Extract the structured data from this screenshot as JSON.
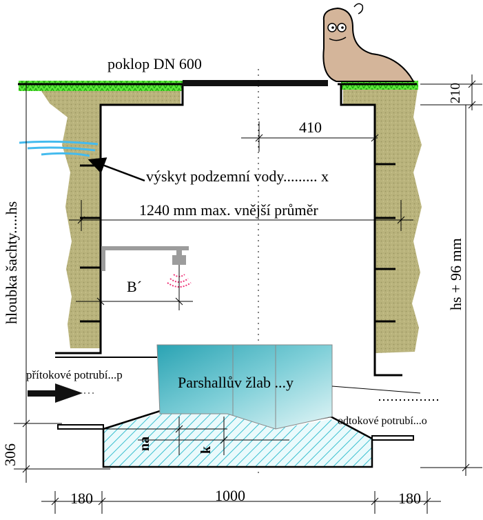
{
  "labels": {
    "cover": "poklop DN 600",
    "dim_top_right": "210",
    "dim_410": "410",
    "groundwater": "výskyt podzemní vody......... x",
    "diameter": "1240 mm max. vnější průměr",
    "depth_left": "hloubka šachty.....hs",
    "depth_right": "hs + 96 mm",
    "b_prime": "B´",
    "inlet": "přítokové potrubí...p",
    "flume": "Parshallův  žlab ...y",
    "outlet": "odtokové potrubí...o",
    "na": "na",
    "k": "k",
    "dim_306": "306",
    "dim_180_left": "180",
    "dim_1000": "1000",
    "dim_180_right": "180"
  },
  "colors": {
    "grass": "#44dd22",
    "soil": "#b5b07a",
    "water_line": "#44bbee",
    "flume_top": "#30a8b8",
    "flume_light": "#d6f0f2",
    "hatch": "#39bfcf",
    "sensor_waves": "#ee3377",
    "bracket": "#999999"
  },
  "icons": [
    "worm-mascot-icon",
    "arrow-right-icon",
    "ultrasonic-sensor-icon"
  ]
}
